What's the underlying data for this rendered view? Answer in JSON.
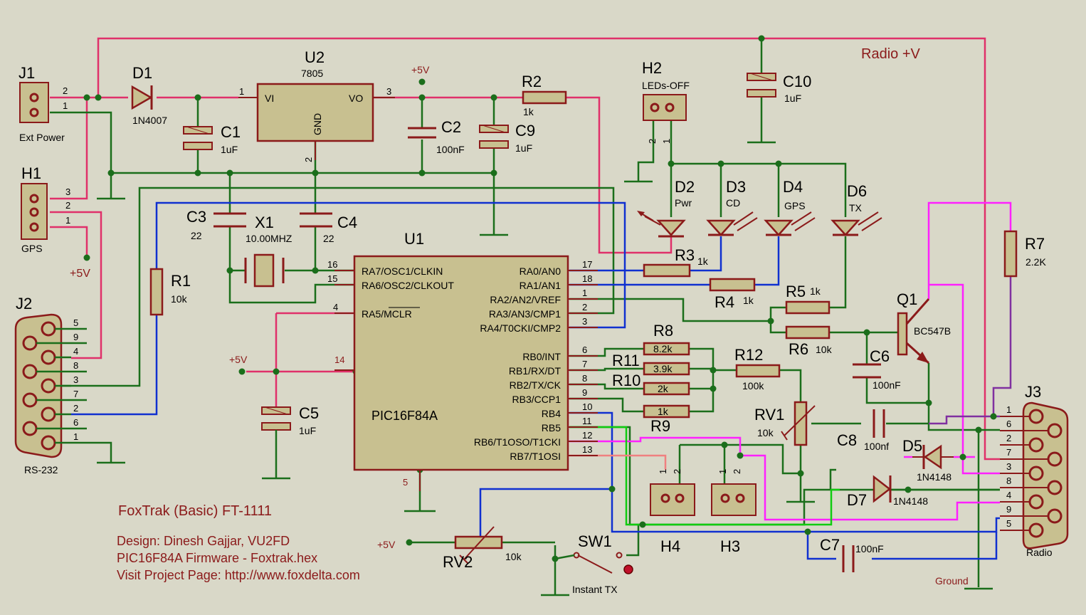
{
  "header": {
    "radio_v": "Radio +V"
  },
  "j1": {
    "ref": "J1",
    "name": "Ext Power",
    "pins": [
      "2",
      "1"
    ]
  },
  "h1": {
    "ref": "H1",
    "name": "GPS",
    "pins": [
      "3",
      "2",
      "1"
    ]
  },
  "j2": {
    "ref": "J2",
    "name": "RS-232",
    "pins": [
      "5",
      "9",
      "4",
      "8",
      "3",
      "7",
      "2",
      "6",
      "1"
    ]
  },
  "j3": {
    "ref": "J3",
    "name": "Radio",
    "pins": [
      "1",
      "6",
      "2",
      "7",
      "3",
      "8",
      "4",
      "9",
      "5"
    ]
  },
  "d1": {
    "ref": "D1",
    "value": "1N4007"
  },
  "u2": {
    "ref": "U2",
    "value": "7805",
    "pin_vi": "VI",
    "pin_vo": "VO",
    "pin_gnd": "GND",
    "pin1": "1",
    "pin2": "2",
    "pin3": "3"
  },
  "c1": {
    "ref": "C1",
    "value": "1uF"
  },
  "c2": {
    "ref": "C2",
    "value": "100nF"
  },
  "c3": {
    "ref": "C3",
    "value": "22"
  },
  "c4": {
    "ref": "C4",
    "value": "22"
  },
  "c5": {
    "ref": "C5",
    "value": "1uF"
  },
  "c6": {
    "ref": "C6",
    "value": "100nF"
  },
  "c7": {
    "ref": "C7",
    "value": "100nF"
  },
  "c8": {
    "ref": "C8",
    "value": "100nf"
  },
  "c9": {
    "ref": "C9",
    "value": "1uF"
  },
  "c10": {
    "ref": "C10",
    "value": "1uF"
  },
  "r1": {
    "ref": "R1",
    "value": "10k"
  },
  "r2": {
    "ref": "R2",
    "value": "1k"
  },
  "r3": {
    "ref": "R3",
    "value": "1k"
  },
  "r4": {
    "ref": "R4",
    "value": "1k"
  },
  "r5": {
    "ref": "R5",
    "value": "1k"
  },
  "r6": {
    "ref": "R6",
    "value": "10k"
  },
  "r7": {
    "ref": "R7",
    "value": "2.2K"
  },
  "r8": {
    "ref": "R8",
    "value": "8.2k"
  },
  "r9": {
    "ref": "R9",
    "value": "1k"
  },
  "r10": {
    "ref": "R10",
    "value": "2k"
  },
  "r11": {
    "ref": "R11",
    "value": "3.9k"
  },
  "r12": {
    "ref": "R12",
    "value": "100k"
  },
  "rv1": {
    "ref": "RV1",
    "value": "10k"
  },
  "rv2": {
    "ref": "RV2",
    "value": "10k"
  },
  "x1": {
    "ref": "X1",
    "value": "10.00MHZ"
  },
  "q1": {
    "ref": "Q1",
    "value": "BC547B"
  },
  "h2": {
    "ref": "H2",
    "name": "LEDs-OFF",
    "pins": [
      "2",
      "1"
    ]
  },
  "h3": {
    "ref": "H3",
    "pins": [
      "1",
      "2"
    ]
  },
  "h4": {
    "ref": "H4",
    "pins": [
      "1",
      "2"
    ]
  },
  "sw1": {
    "ref": "SW1",
    "name": "Instant TX"
  },
  "d2": {
    "ref": "D2",
    "name": "Pwr"
  },
  "d3": {
    "ref": "D3",
    "name": "CD"
  },
  "d4": {
    "ref": "D4",
    "name": "GPS"
  },
  "d5": {
    "ref": "D5",
    "value": "1N4148"
  },
  "d6": {
    "ref": "D6",
    "name": "TX"
  },
  "d7": {
    "ref": "D7",
    "value": "1N4148"
  },
  "u1": {
    "ref": "U1",
    "value": "PIC16F84A",
    "left_pins": [
      {
        "num": "16",
        "label": "RA7/OSC1/CLKIN"
      },
      {
        "num": "15",
        "label": "RA6/OSC2/CLKOUT"
      },
      {
        "num": "4",
        "label": "RA5/MCLR"
      },
      {
        "num": "14",
        "label": ""
      }
    ],
    "right_pins": [
      {
        "num": "17",
        "label": "RA0/AN0"
      },
      {
        "num": "18",
        "label": "RA1/AN1"
      },
      {
        "num": "1",
        "label": "RA2/AN2/VREF"
      },
      {
        "num": "2",
        "label": "RA3/AN3/CMP1"
      },
      {
        "num": "3",
        "label": "RA4/T0CKI/CMP2"
      },
      {
        "num": "6",
        "label": "RB0/INT"
      },
      {
        "num": "7",
        "label": "RB1/RX/DT"
      },
      {
        "num": "8",
        "label": "RB2/TX/CK"
      },
      {
        "num": "9",
        "label": "RB3/CCP1"
      },
      {
        "num": "10",
        "label": "RB4"
      },
      {
        "num": "11",
        "label": "RB5"
      },
      {
        "num": "12",
        "label": "RB6/T1OSO/T1CKI"
      },
      {
        "num": "13",
        "label": "RB7/T1OSI"
      }
    ],
    "pin_gnd": "5"
  },
  "power": {
    "plus5v": "+5V",
    "ground": "Ground"
  },
  "credits": {
    "title": "FoxTrak (Basic) FT-1111",
    "design": "Design: Dinesh Gajjar, VU2FD",
    "firmware": "PIC16F84A Firmware - Foxtrak.hex",
    "project": "Visit Project Page: http://www.foxdelta.com"
  },
  "colors": {
    "background": "#d9d8c8",
    "component": "#8b1a1a",
    "wire_power": "#e0306a",
    "wire_ground": "#1b6e1b",
    "wire_data": "#1030d0",
    "wire_magenta": "#ff20ff",
    "wire_lime": "#10cc10",
    "wire_purple": "#8030a0"
  }
}
